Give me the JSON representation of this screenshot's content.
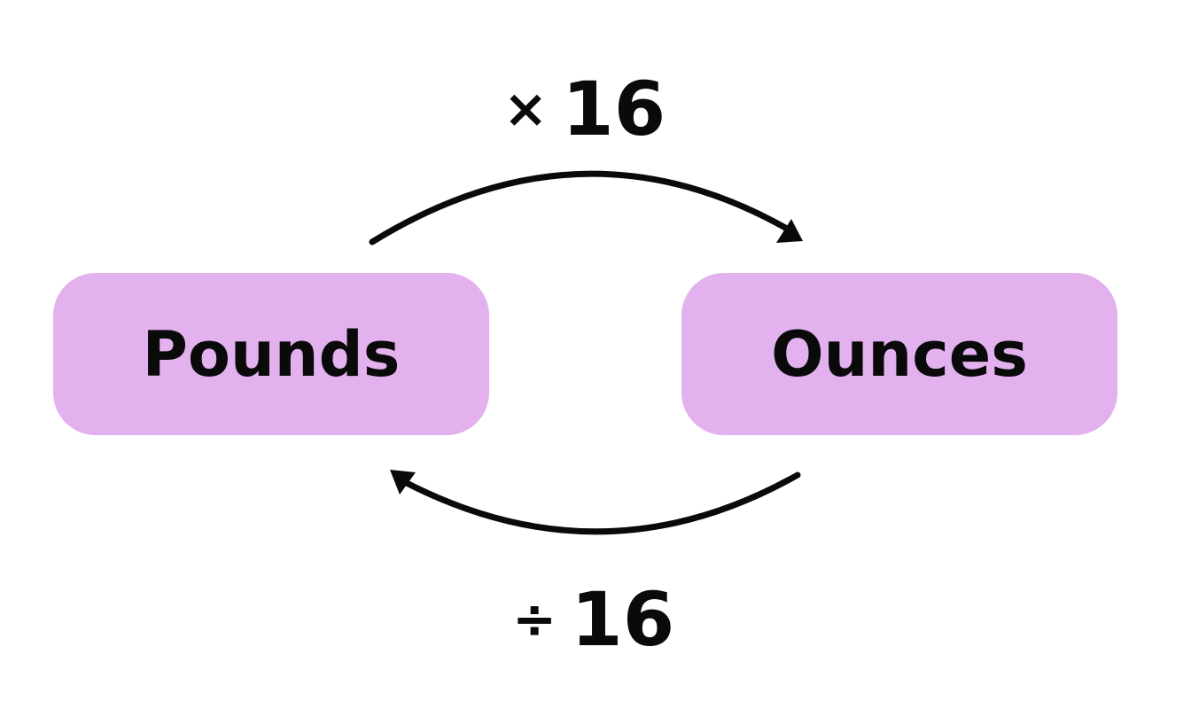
{
  "colors": {
    "box_fill": "#e2b1ee",
    "text": "#0a0a0a",
    "arrow": "#0a0a0a",
    "background": "#ffffff"
  },
  "units": {
    "from": "Pounds",
    "to": "Ounces"
  },
  "conversions": {
    "forward": {
      "operator": "×",
      "factor": "16"
    },
    "reverse": {
      "operator": "÷",
      "factor": "16"
    }
  }
}
